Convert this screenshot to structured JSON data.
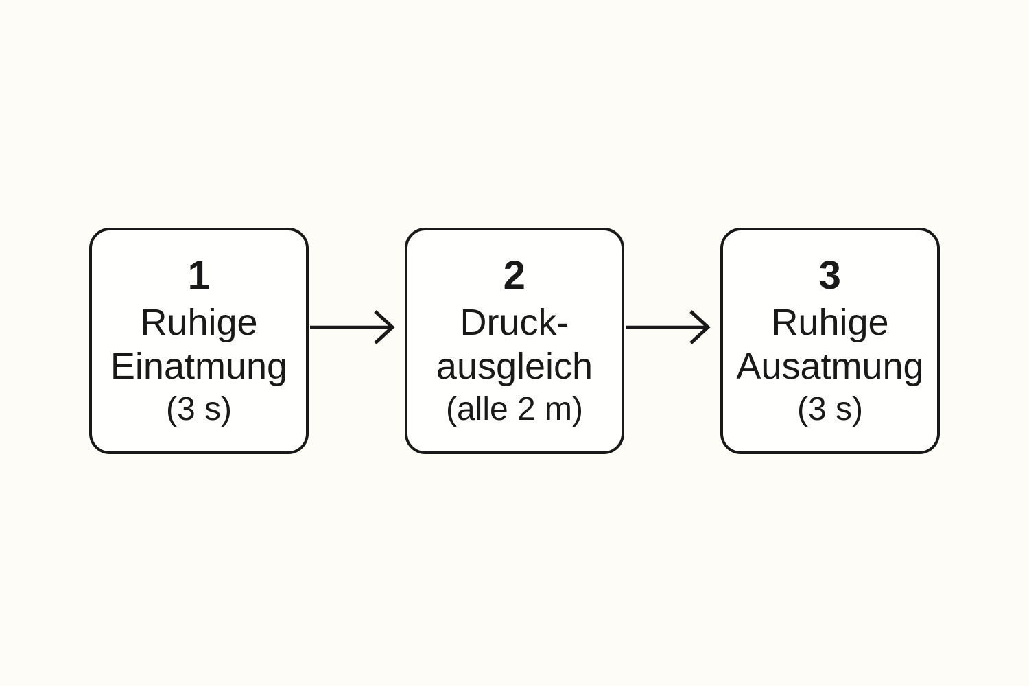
{
  "diagram": {
    "title": "Breathing / pressure-equalization sequence flow",
    "background_color": "#fdfcf7",
    "box_fill_color": "#fffffe",
    "line_color": "#191919",
    "steps": [
      {
        "number": "1",
        "line1": "Ruhige",
        "line2": "Einatmung",
        "detail": "(3 s)"
      },
      {
        "number": "2",
        "line1": "Druck-",
        "line2": "ausgleich",
        "detail": "(alle 2 m)"
      },
      {
        "number": "3",
        "line1": "Ruhige",
        "line2": "Ausatmung",
        "detail": "(3 s)"
      }
    ],
    "connector": "right-arrow"
  }
}
